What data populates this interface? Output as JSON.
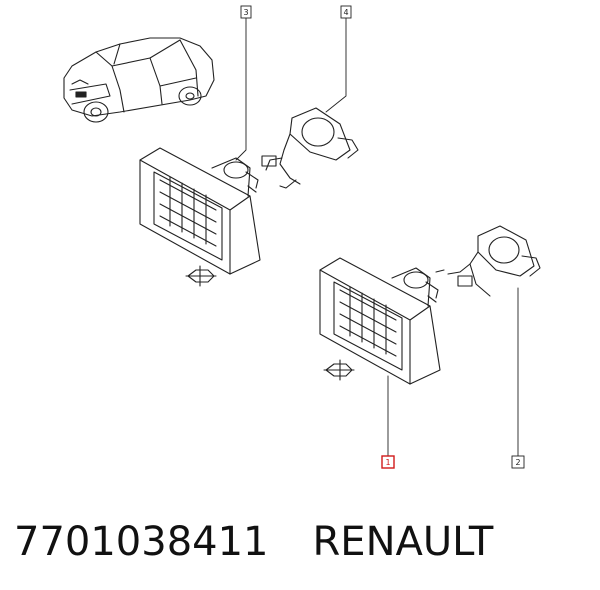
{
  "diagram": {
    "callouts": {
      "c1": "1",
      "c2": "2",
      "c3": "3",
      "c4": "4"
    },
    "highlight_color": "#d11a1a"
  },
  "footer": {
    "part_number": "7701038411",
    "brand": "RENAULT"
  }
}
